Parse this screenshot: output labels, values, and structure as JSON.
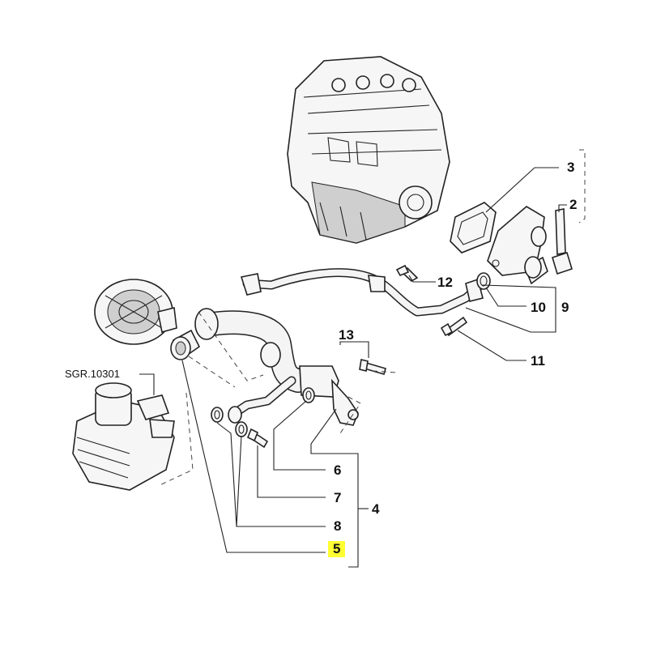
{
  "labels": {
    "p2": "2",
    "p3": "3",
    "p4": "4",
    "p5": "5",
    "p6": "6",
    "p7": "7",
    "p8": "8",
    "p9": "9",
    "p10": "10",
    "p11": "11",
    "p12": "12",
    "p13": "13",
    "ref": "SGR.10301"
  },
  "highlight_color": "#ffff33"
}
